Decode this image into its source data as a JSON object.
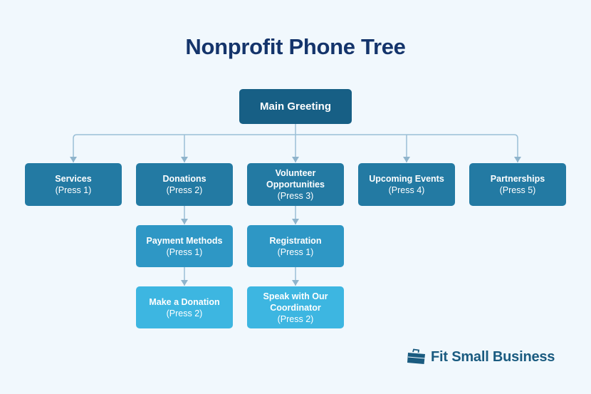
{
  "title": "Nonprofit Phone Tree",
  "colors": {
    "background": "#f1f8fd",
    "title": "#14346b",
    "root": "#175f85",
    "level1": "#237aa3",
    "level2": "#2e97c5",
    "level3": "#3db6e1",
    "connector": "#9bbfd6",
    "brand": "#1a5b80"
  },
  "root": {
    "label": "Main Greeting"
  },
  "level1": [
    {
      "label": "Services",
      "press": "(Press 1)"
    },
    {
      "label": "Donations",
      "press": "(Press 2)"
    },
    {
      "label": "Volunteer Opportunities",
      "press": "(Press 3)"
    },
    {
      "label": "Upcoming Events",
      "press": "(Press 4)"
    },
    {
      "label": "Partnerships",
      "press": "(Press 5)"
    }
  ],
  "donations_children": [
    {
      "label": "Payment Methods",
      "press": "(Press 1)"
    },
    {
      "label": "Make a Donation",
      "press": "(Press 2)"
    }
  ],
  "volunteer_children": [
    {
      "label": "Registration",
      "press": "(Press 1)"
    },
    {
      "label": "Speak with Our Coordinator",
      "press": "(Press 2)"
    }
  ],
  "brand": {
    "name": "Fit Small Business",
    "icon": "briefcase-icon"
  }
}
